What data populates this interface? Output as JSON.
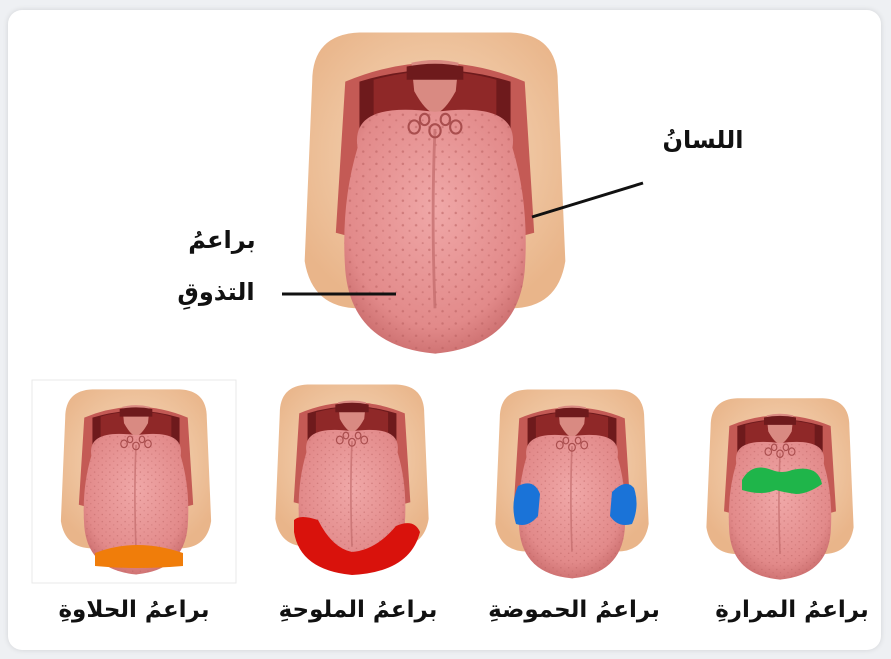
{
  "main_diagram": {
    "label_tongue": "اللسانُ",
    "label_taste_buds_line1": "براعمُ",
    "label_taste_buds_line2": "التذوقِ"
  },
  "regions": [
    {
      "caption": "براعمُ الحلاوةِ",
      "color": "#f07d0a"
    },
    {
      "caption": "براعمُ الملوحةِ",
      "color": "#d9120c"
    },
    {
      "caption": "براعمُ الحموضةِ",
      "color": "#1a73d8"
    },
    {
      "caption": "براعمُ المرارةِ",
      "color": "#1fb54a"
    }
  ],
  "colors": {
    "skin": "#f2c9a0",
    "mouth_interior": "#7a1f1f",
    "tongue": "#e48f8f"
  }
}
